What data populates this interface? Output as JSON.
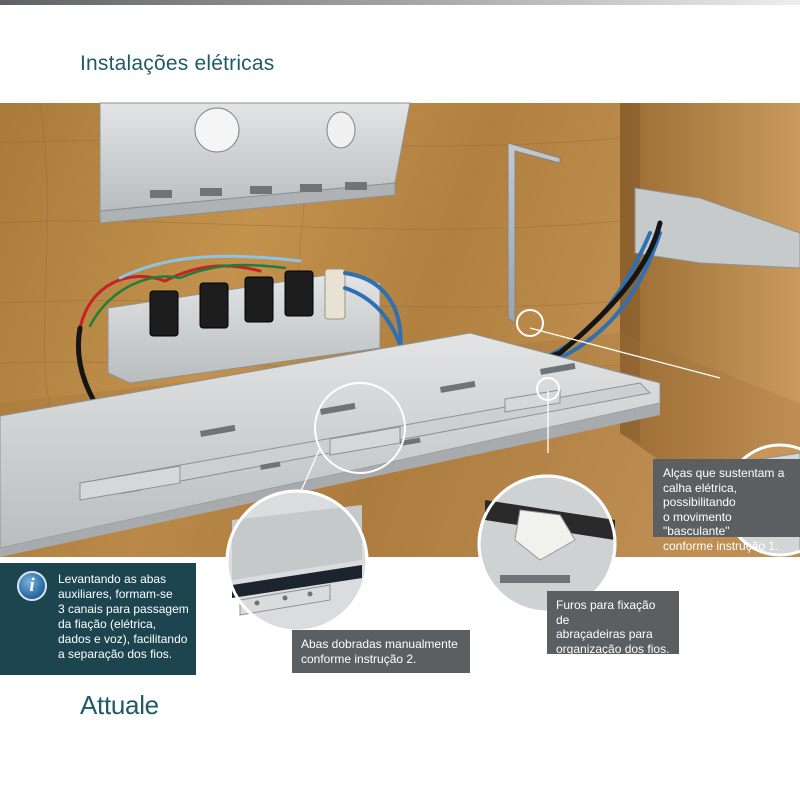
{
  "page": {
    "title": "Instalações elétricas",
    "brand": "Attuale"
  },
  "info_box": {
    "icon": "info-icon",
    "icon_glyph": "i",
    "text": "Levantando as abas\nauxiliares, formam-se\n3 canais para passagem\nda fiação (elétrica,\ndados e voz), facilitando\na separação dos fios."
  },
  "callouts": {
    "alcas": "Alças que sustentam a\ncalha elétrica, possibilitando\no movimento \"basculante\"\nconforme instrução 1.",
    "furos": "Furos para fixação de\nabraçadeiras para\norganização dos fios.",
    "abas": "Abas dobradas manualmente\nconforme instrução 2."
  },
  "colors": {
    "title": "#1f5a6b",
    "callout_bg": "#5b5f62",
    "info_bg": "#1c4550",
    "wood": "#b5843f",
    "metal": "#cfd2d3",
    "cable_blue": "#2f6fb3",
    "cable_black": "#151515"
  }
}
